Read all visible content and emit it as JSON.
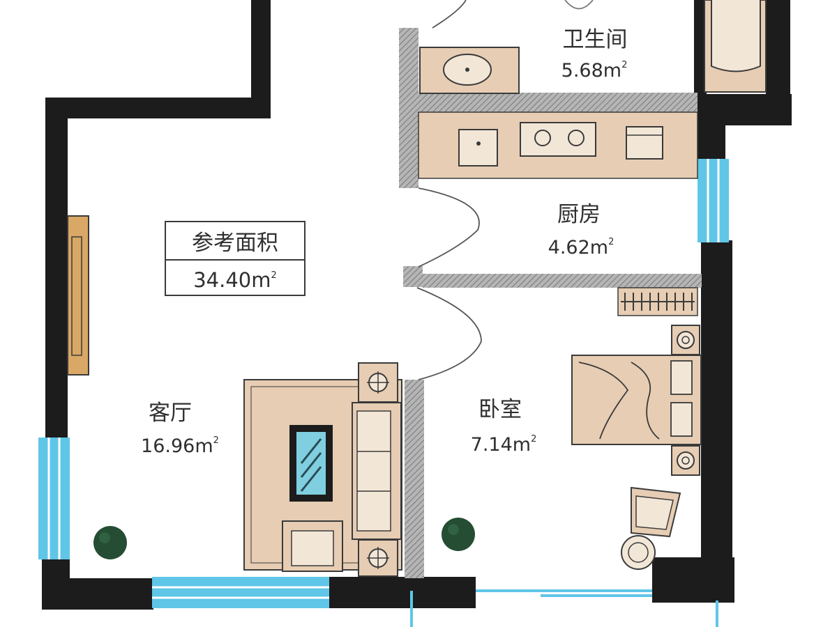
{
  "colors": {
    "wall": "#1c1c1c",
    "partition": "#9a9a9a",
    "window": "#5fc6e8",
    "furniture_fill": "#e6cdb3",
    "furniture_stroke": "#3a3a3a",
    "plant": "#244d33",
    "door_wood": "#d9a766"
  },
  "reference_area": {
    "label": "参考面积",
    "value": "34.40m",
    "sup": "2"
  },
  "rooms": {
    "bathroom": {
      "name": "卫生间",
      "area": "5.68m",
      "sup": "2"
    },
    "kitchen": {
      "name": "厨房",
      "area": "4.62m",
      "sup": "2"
    },
    "living": {
      "name": "客厅",
      "area": "16.96m",
      "sup": "2"
    },
    "bedroom": {
      "name": "卧室",
      "area": "7.14m",
      "sup": "2"
    }
  }
}
